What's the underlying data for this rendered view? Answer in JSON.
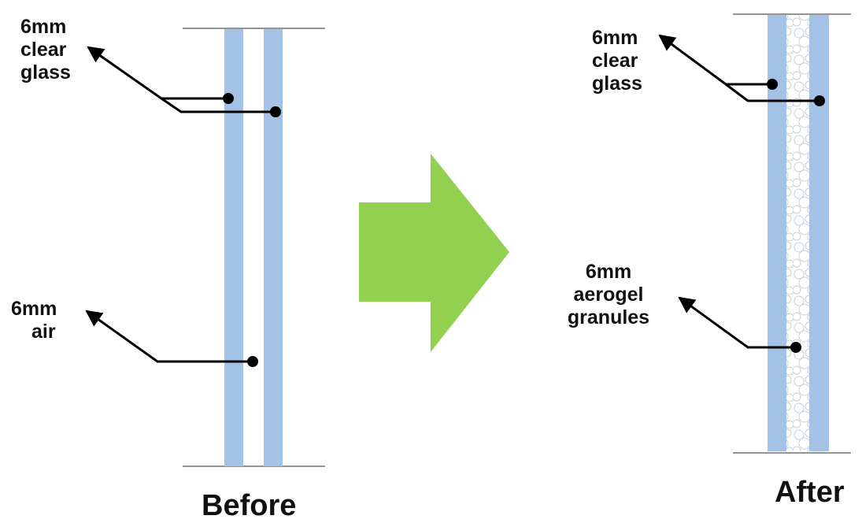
{
  "before": {
    "caption": "Before",
    "glass_label": [
      "6mm",
      "clear",
      "glass"
    ],
    "gap_label": [
      "6mm",
      "air"
    ]
  },
  "after": {
    "caption": "After",
    "glass_label": [
      "6mm",
      "clear",
      "glass"
    ],
    "gap_label": [
      "6mm",
      "aerogel",
      "granules"
    ]
  },
  "colors": {
    "glass": "#a4c2e6",
    "arrow": "#92d050",
    "line": "#000000",
    "granule": "#c9d1d8"
  }
}
